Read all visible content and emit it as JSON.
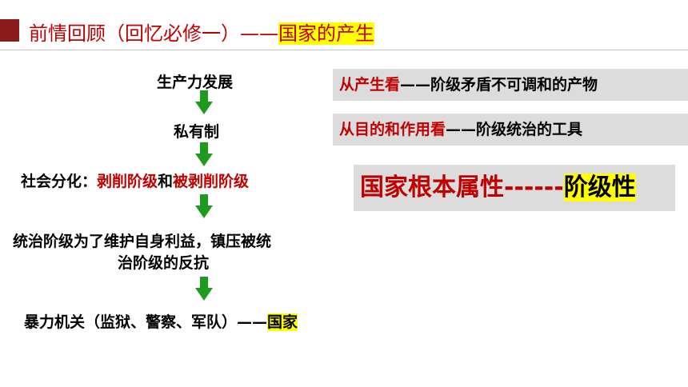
{
  "title": {
    "prefix": "前情回顾（回忆必修一）——",
    "highlight": "国家的产生"
  },
  "flow": {
    "step1": "生产力发展",
    "step2": "私有制",
    "step3_prefix": "社会分化：",
    "step3_red1": "剥削阶级",
    "step3_mid": "和",
    "step3_red2": "被剥削阶级",
    "step4_line1": "统治阶级为了维护自身利益，镇压被统",
    "step4_line2": "治阶级的反抗",
    "step5_prefix": "暴力机关（监狱、警察、军队）——",
    "step5_highlight": "国家"
  },
  "boxes": {
    "origin_red": "从产生看",
    "origin_rest": "——阶级矛盾不可调和的产物",
    "purpose_red": "从目的和作用看",
    "purpose_rest": "——阶级统治的工具"
  },
  "essence": {
    "label": "国家根本属性",
    "dashes": "------",
    "value": "阶级性"
  },
  "colors": {
    "accent_red": "#c00000",
    "arrow_green": "#1e9a1e",
    "highlight_yellow": "#ffff00",
    "title_block": "#8b1a1a"
  }
}
